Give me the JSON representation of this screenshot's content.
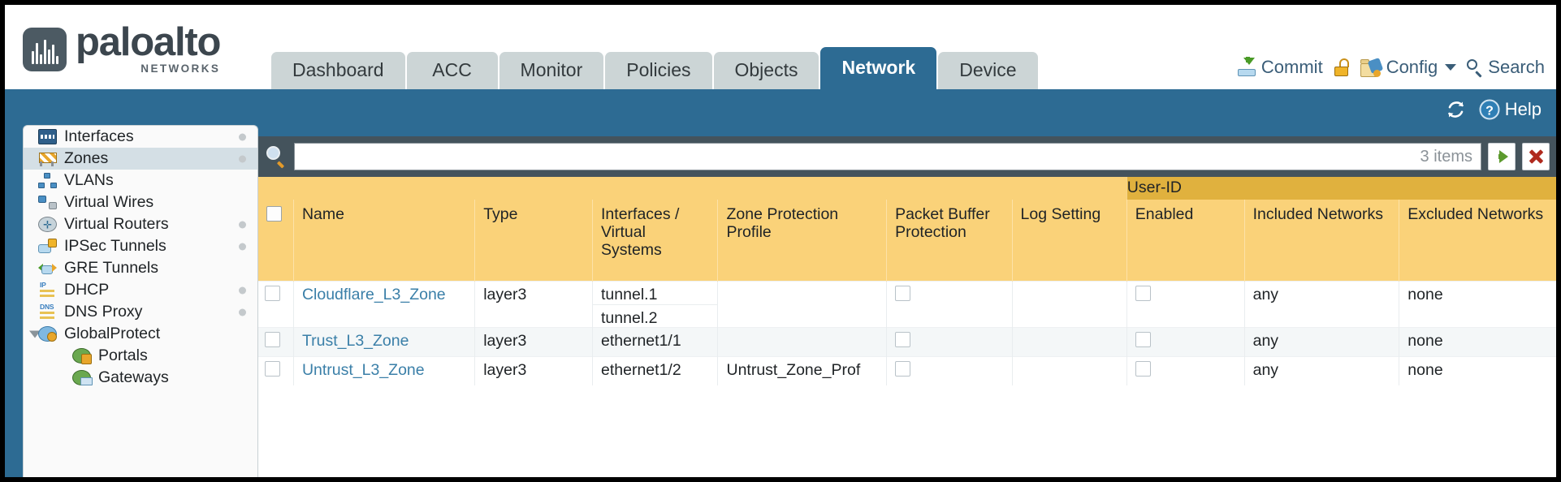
{
  "brand": {
    "name": "paloalto",
    "tagline": "NETWORKS",
    "registered": "®"
  },
  "tabs": [
    {
      "label": "Dashboard",
      "active": false
    },
    {
      "label": "ACC",
      "active": false
    },
    {
      "label": "Monitor",
      "active": false
    },
    {
      "label": "Policies",
      "active": false
    },
    {
      "label": "Objects",
      "active": false
    },
    {
      "label": "Network",
      "active": true
    },
    {
      "label": "Device",
      "active": false
    }
  ],
  "header_actions": {
    "commit": "Commit",
    "config": "Config",
    "search": "Search"
  },
  "band": {
    "refresh_icon": "refresh-icon",
    "help": "Help"
  },
  "sidebar": {
    "items": [
      {
        "label": "Interfaces",
        "icon": "interfaces-icon",
        "selected": false,
        "dot": true,
        "indent": false,
        "expander": false
      },
      {
        "label": "Zones",
        "icon": "zones-icon",
        "selected": true,
        "dot": true,
        "indent": false,
        "expander": false
      },
      {
        "label": "VLANs",
        "icon": "vlans-icon",
        "selected": false,
        "dot": false,
        "indent": false,
        "expander": false
      },
      {
        "label": "Virtual Wires",
        "icon": "virtual-wires-icon",
        "selected": false,
        "dot": false,
        "indent": false,
        "expander": false
      },
      {
        "label": "Virtual Routers",
        "icon": "virtual-routers-icon",
        "selected": false,
        "dot": true,
        "indent": false,
        "expander": false
      },
      {
        "label": "IPSec Tunnels",
        "icon": "ipsec-tunnels-icon",
        "selected": false,
        "dot": true,
        "indent": false,
        "expander": false
      },
      {
        "label": "GRE Tunnels",
        "icon": "gre-tunnels-icon",
        "selected": false,
        "dot": false,
        "indent": false,
        "expander": false
      },
      {
        "label": "DHCP",
        "icon": "dhcp-icon",
        "selected": false,
        "dot": true,
        "indent": false,
        "expander": false
      },
      {
        "label": "DNS Proxy",
        "icon": "dns-proxy-icon",
        "selected": false,
        "dot": true,
        "indent": false,
        "expander": false
      },
      {
        "label": "GlobalProtect",
        "icon": "globalprotect-icon",
        "selected": false,
        "dot": false,
        "indent": false,
        "expander": true
      },
      {
        "label": "Portals",
        "icon": "portals-icon",
        "selected": false,
        "dot": false,
        "indent": true,
        "expander": false
      },
      {
        "label": "Gateways",
        "icon": "gateways-icon",
        "selected": false,
        "dot": false,
        "indent": true,
        "expander": false
      }
    ]
  },
  "filter": {
    "search_icon": "search-icon",
    "value": "",
    "placeholder": "",
    "item_count": "3 items",
    "apply_icon": "apply-filter-icon",
    "clear_icon": "clear-filter-icon"
  },
  "table": {
    "group_headers": [
      {
        "label": "",
        "span": 7
      },
      {
        "label": "User-ID",
        "span": 3
      }
    ],
    "columns": [
      "Name",
      "Type",
      "Interfaces / Virtual Systems",
      "Zone Protection Profile",
      "Packet Buffer Protection",
      "Log Setting",
      "Enabled",
      "Included Networks",
      "Excluded Networks"
    ],
    "rows": [
      {
        "selected": false,
        "name": "Cloudflare_L3_Zone",
        "type": "layer3",
        "interfaces": [
          "tunnel.1",
          "tunnel.2"
        ],
        "zone_protection_profile": "",
        "packet_buffer_protection": false,
        "log_setting": "",
        "userid_enabled": false,
        "included_networks": "any",
        "excluded_networks": "none"
      },
      {
        "selected": false,
        "name": "Trust_L3_Zone",
        "type": "layer3",
        "interfaces": [
          "ethernet1/1"
        ],
        "zone_protection_profile": "",
        "packet_buffer_protection": false,
        "log_setting": "",
        "userid_enabled": false,
        "included_networks": "any",
        "excluded_networks": "none"
      },
      {
        "selected": false,
        "name": "Untrust_L3_Zone",
        "type": "layer3",
        "interfaces": [
          "ethernet1/2"
        ],
        "zone_protection_profile": "Untrust_Zone_Prof",
        "packet_buffer_protection": false,
        "log_setting": "",
        "userid_enabled": false,
        "included_networks": "any",
        "excluded_networks": "none"
      }
    ]
  },
  "colors": {
    "brand_blue": "#2d6b93",
    "table_header": "#fad279",
    "group_header": "#e0b13e",
    "filter_bar": "#44535c",
    "link": "#3a7fa8"
  }
}
